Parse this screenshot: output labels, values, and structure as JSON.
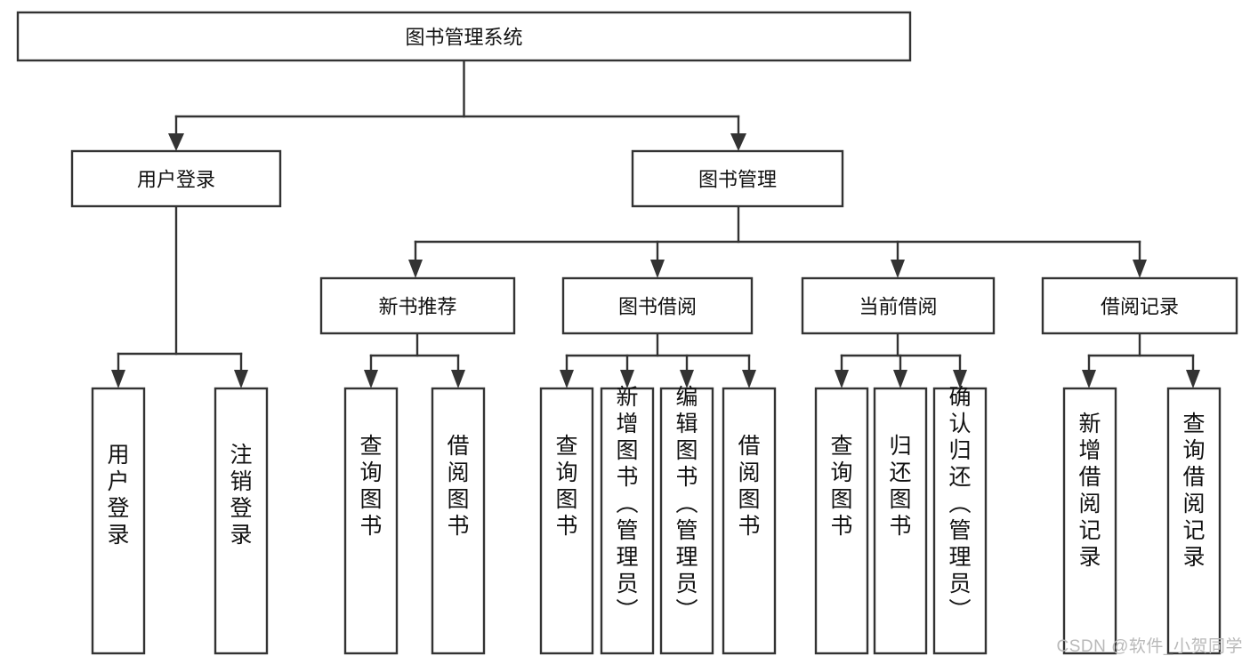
{
  "diagram": {
    "title": "图书管理系统",
    "type": "hierarchy-tree",
    "orientation": "top-down",
    "watermark": "CSDN @软件_小贺同学",
    "colors": {
      "stroke": "#333333",
      "fill": "#ffffff",
      "text": "#111111",
      "watermark": "#b9b9b9",
      "background": "#ffffff"
    },
    "levels": {
      "root": {
        "label": "图书管理系统"
      },
      "level2": [
        {
          "label": "用户登录"
        },
        {
          "label": "图书管理"
        }
      ],
      "level3": [
        {
          "label": "新书推荐"
        },
        {
          "label": "图书借阅"
        },
        {
          "label": "当前借阅"
        },
        {
          "label": "借阅记录"
        }
      ],
      "leaves": {
        "user_login": [
          {
            "label": "用户登录"
          },
          {
            "label": "注销登录"
          }
        ],
        "new_book_recommend": [
          {
            "label": "查询图书"
          },
          {
            "label": "借阅图书"
          }
        ],
        "book_borrow": [
          {
            "label": "查询图书"
          },
          {
            "label": "新增图书（管理员）"
          },
          {
            "label": "编辑图书（管理员）"
          },
          {
            "label": "借阅图书"
          }
        ],
        "current_borrow": [
          {
            "label": "查询图书"
          },
          {
            "label": "归还图书"
          },
          {
            "label": "确认归还（管理员）"
          }
        ],
        "borrow_record": [
          {
            "label": "新增借阅记录"
          },
          {
            "label": "查询借阅记录"
          }
        ]
      }
    }
  }
}
